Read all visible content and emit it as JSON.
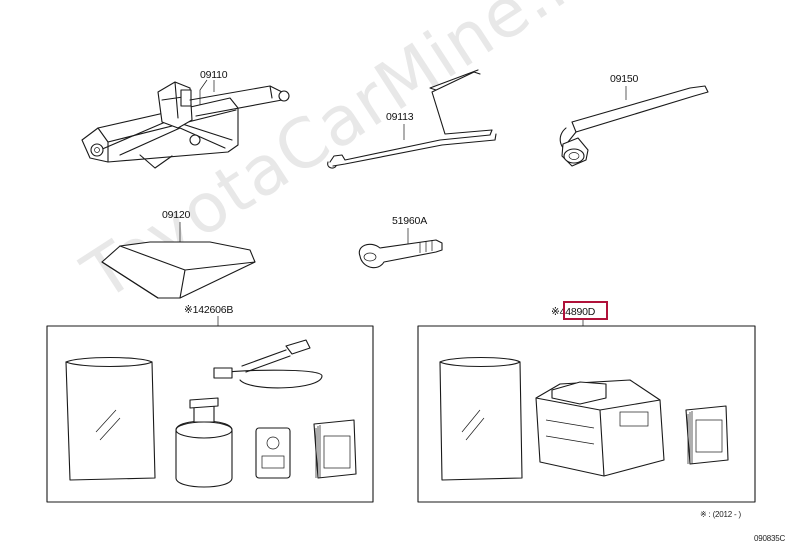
{
  "watermark": "ToyotaCarMine.ru",
  "parts": [
    {
      "id": "09110"
    },
    {
      "id": "09113"
    },
    {
      "id": "09150"
    },
    {
      "id": "09120"
    },
    {
      "id": "51960A"
    }
  ],
  "kits": [
    {
      "id": "※142606B"
    },
    {
      "id": "※44890D",
      "highlighted": true
    }
  ],
  "footnote": "※ : (2012 -      )",
  "diagram_code": "090835C",
  "highlight_color": "#b0123a"
}
